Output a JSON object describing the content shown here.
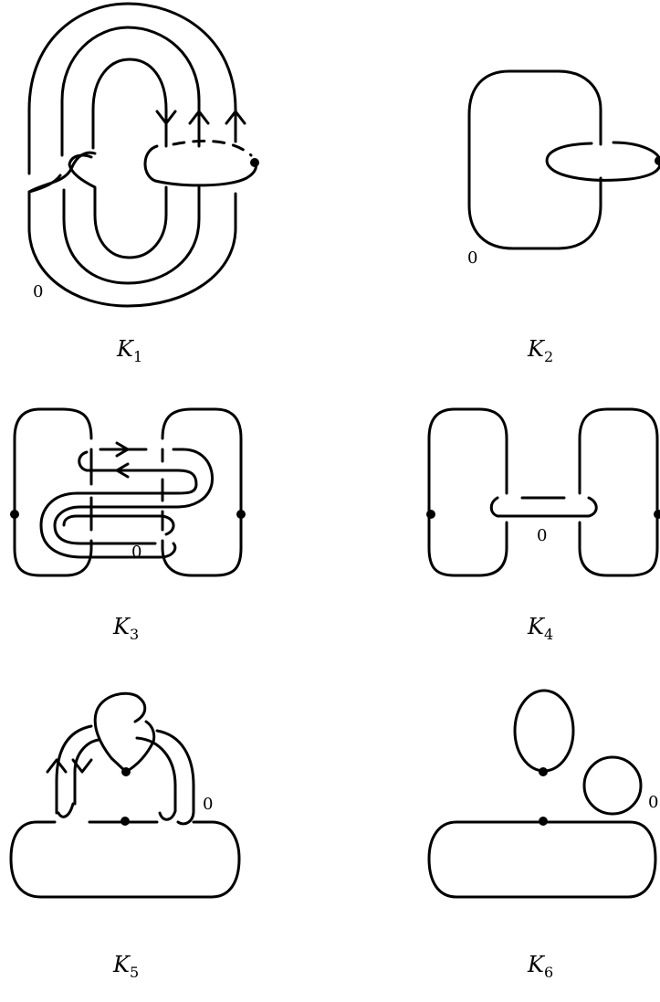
{
  "diagrams": [
    {
      "caption": "K",
      "index": "1",
      "framing": "0"
    },
    {
      "caption": "K",
      "index": "2",
      "framing": "0"
    },
    {
      "caption": "K",
      "index": "3",
      "framing": "0"
    },
    {
      "caption": "K",
      "index": "4",
      "framing": "0"
    },
    {
      "caption": "K",
      "index": "5",
      "framing": "0"
    },
    {
      "caption": "K",
      "index": "6",
      "framing": "0"
    }
  ]
}
